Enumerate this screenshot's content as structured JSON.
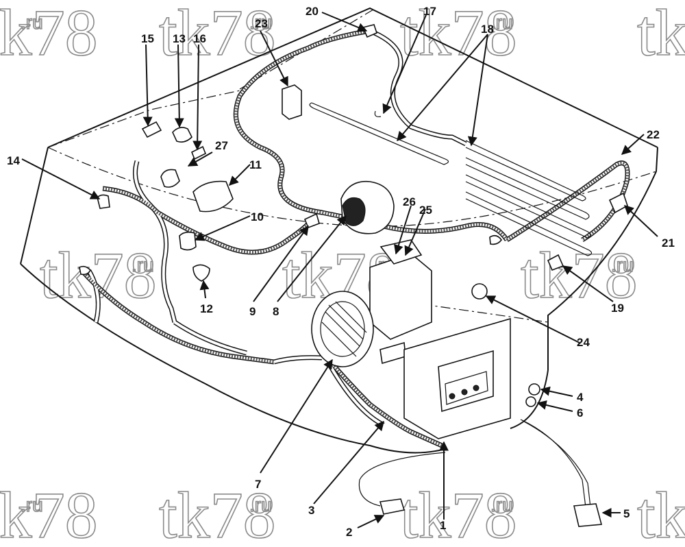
{
  "watermark": {
    "text": "tk78",
    "suffix": ".ru"
  },
  "callouts": [
    "1",
    "2",
    "3",
    "4",
    "5",
    "6",
    "7",
    "8",
    "9",
    "10",
    "11",
    "12",
    "13",
    "14",
    "15",
    "16",
    "17",
    "18",
    "19",
    "20",
    "21",
    "22",
    "23",
    "24",
    "25",
    "26",
    "27"
  ],
  "colors": {
    "ink": "#111111",
    "watermark": "#8a8a8a",
    "background": "#ffffff"
  }
}
